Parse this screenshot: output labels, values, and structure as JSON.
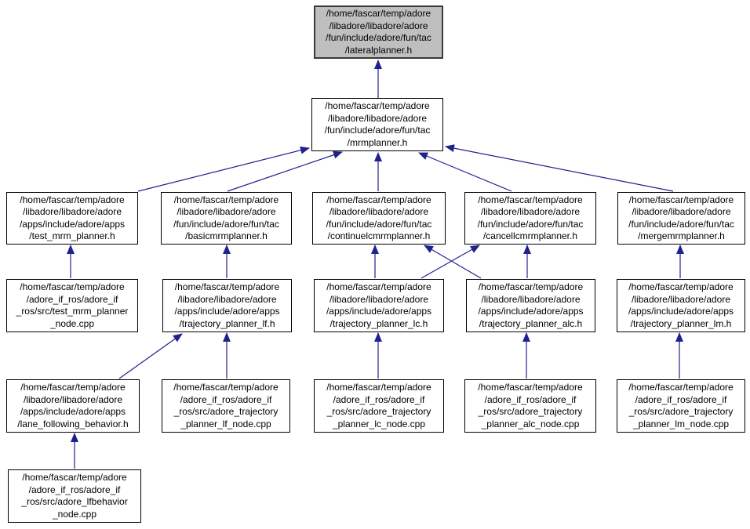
{
  "graph": {
    "description": "Include dependency graph (included-by) for lateralplanner.h",
    "edge_color": "#21218e",
    "highlight_fill": "#bfbfbf",
    "node_fill": "#ffffff",
    "border_color": "#000000",
    "nodes": [
      {
        "id": "lateralplanner",
        "highlight": true,
        "lines": [
          "/home/fascar/temp/adore",
          "/libadore/libadore/adore",
          "/fun/include/adore/fun/tac",
          "/lateralplanner.h"
        ]
      },
      {
        "id": "mrmplanner",
        "highlight": false,
        "lines": [
          "/home/fascar/temp/adore",
          "/libadore/libadore/adore",
          "/fun/include/adore/fun/tac",
          "/mrmplanner.h"
        ]
      },
      {
        "id": "test_mrm_planner_h",
        "highlight": false,
        "lines": [
          "/home/fascar/temp/adore",
          "/libadore/libadore/adore",
          "/apps/include/adore/apps",
          "/test_mrm_planner.h"
        ]
      },
      {
        "id": "basicmrmplanner",
        "highlight": false,
        "lines": [
          "/home/fascar/temp/adore",
          "/libadore/libadore/adore",
          "/fun/include/adore/fun/tac",
          "/basicmrmplanner.h"
        ]
      },
      {
        "id": "continuelcmrmplanner",
        "highlight": false,
        "lines": [
          "/home/fascar/temp/adore",
          "/libadore/libadore/adore",
          "/fun/include/adore/fun/tac",
          "/continuelcmrmplanner.h"
        ]
      },
      {
        "id": "cancellcmrmplanner",
        "highlight": false,
        "lines": [
          "/home/fascar/temp/adore",
          "/libadore/libadore/adore",
          "/fun/include/adore/fun/tac",
          "/cancellcmrmplanner.h"
        ]
      },
      {
        "id": "mergemrmplanner",
        "highlight": false,
        "lines": [
          "/home/fascar/temp/adore",
          "/libadore/libadore/adore",
          "/fun/include/adore/fun/tac",
          "/mergemrmplanner.h"
        ]
      },
      {
        "id": "test_mrm_planner_node",
        "highlight": false,
        "lines": [
          "/home/fascar/temp/adore",
          "/adore_if_ros/adore_if",
          "_ros/src/test_mrm_planner",
          "_node.cpp"
        ]
      },
      {
        "id": "trajectory_planner_lf",
        "highlight": false,
        "lines": [
          "/home/fascar/temp/adore",
          "/libadore/libadore/adore",
          "/apps/include/adore/apps",
          "/trajectory_planner_lf.h"
        ]
      },
      {
        "id": "trajectory_planner_lc",
        "highlight": false,
        "lines": [
          "/home/fascar/temp/adore",
          "/libadore/libadore/adore",
          "/apps/include/adore/apps",
          "/trajectory_planner_lc.h"
        ]
      },
      {
        "id": "trajectory_planner_alc",
        "highlight": false,
        "lines": [
          "/home/fascar/temp/adore",
          "/libadore/libadore/adore",
          "/apps/include/adore/apps",
          "/trajectory_planner_alc.h"
        ]
      },
      {
        "id": "trajectory_planner_lm",
        "highlight": false,
        "lines": [
          "/home/fascar/temp/adore",
          "/libadore/libadore/adore",
          "/apps/include/adore/apps",
          "/trajectory_planner_lm.h"
        ]
      },
      {
        "id": "lane_following_behavior",
        "highlight": false,
        "lines": [
          "/home/fascar/temp/adore",
          "/libadore/libadore/adore",
          "/apps/include/adore/apps",
          "/lane_following_behavior.h"
        ]
      },
      {
        "id": "planner_lf_node",
        "highlight": false,
        "lines": [
          "/home/fascar/temp/adore",
          "/adore_if_ros/adore_if",
          "_ros/src/adore_trajectory",
          "_planner_lf_node.cpp"
        ]
      },
      {
        "id": "planner_lc_node",
        "highlight": false,
        "lines": [
          "/home/fascar/temp/adore",
          "/adore_if_ros/adore_if",
          "_ros/src/adore_trajectory",
          "_planner_lc_node.cpp"
        ]
      },
      {
        "id": "planner_alc_node",
        "highlight": false,
        "lines": [
          "/home/fascar/temp/adore",
          "/adore_if_ros/adore_if",
          "_ros/src/adore_trajectory",
          "_planner_alc_node.cpp"
        ]
      },
      {
        "id": "planner_lm_node",
        "highlight": false,
        "lines": [
          "/home/fascar/temp/adore",
          "/adore_if_ros/adore_if",
          "_ros/src/adore_trajectory",
          "_planner_lm_node.cpp"
        ]
      },
      {
        "id": "lfbehavior_node",
        "highlight": false,
        "lines": [
          "/home/fascar/temp/adore",
          "/adore_if_ros/adore_if",
          "_ros/src/adore_lfbehavior",
          "_node.cpp"
        ]
      }
    ],
    "edges": [
      {
        "from": "mrmplanner",
        "to": "lateralplanner"
      },
      {
        "from": "test_mrm_planner_h",
        "to": "mrmplanner"
      },
      {
        "from": "basicmrmplanner",
        "to": "mrmplanner"
      },
      {
        "from": "continuelcmrmplanner",
        "to": "mrmplanner"
      },
      {
        "from": "cancellcmrmplanner",
        "to": "mrmplanner"
      },
      {
        "from": "mergemrmplanner",
        "to": "mrmplanner"
      },
      {
        "from": "test_mrm_planner_node",
        "to": "test_mrm_planner_h"
      },
      {
        "from": "trajectory_planner_lf",
        "to": "basicmrmplanner"
      },
      {
        "from": "trajectory_planner_lc",
        "to": "continuelcmrmplanner"
      },
      {
        "from": "trajectory_planner_lc",
        "to": "cancellcmrmplanner"
      },
      {
        "from": "trajectory_planner_alc",
        "to": "continuelcmrmplanner"
      },
      {
        "from": "trajectory_planner_alc",
        "to": "cancellcmrmplanner"
      },
      {
        "from": "trajectory_planner_lm",
        "to": "mergemrmplanner"
      },
      {
        "from": "lane_following_behavior",
        "to": "trajectory_planner_lf"
      },
      {
        "from": "planner_lf_node",
        "to": "trajectory_planner_lf"
      },
      {
        "from": "planner_lc_node",
        "to": "trajectory_planner_lc"
      },
      {
        "from": "planner_alc_node",
        "to": "trajectory_planner_alc"
      },
      {
        "from": "planner_lm_node",
        "to": "trajectory_planner_lm"
      },
      {
        "from": "lfbehavior_node",
        "to": "lane_following_behavior"
      }
    ]
  }
}
